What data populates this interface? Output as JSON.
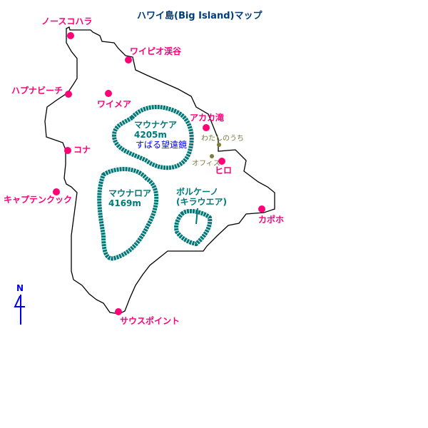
{
  "title": "ハワイ島(Big Island)マップ",
  "colors": {
    "place": "#ff0077",
    "volcano": "#007878",
    "personal": "#7a7a3a",
    "observatory": "#0000ee",
    "compass": "#0000ee",
    "coast": "#000000"
  },
  "places": {
    "north_kohala": "ノースコハラ",
    "waipio": "ワイピオ渓谷",
    "hapuna": "ハプナビーチ",
    "waimea": "ワイメア",
    "akaka": "アカカ滝",
    "kona": "コナ",
    "hilo": "ヒロ",
    "captain_cook": "キャプテンクック",
    "kapoho": "カポホ",
    "south_point": "サウスポイント"
  },
  "volcanoes": {
    "mauna_kea_name": "マウナケア",
    "mauna_kea_height": "4205m",
    "subaru": "すばる望遠鏡",
    "mauna_loa_name": "マウナロア",
    "mauna_loa_height": "4169m",
    "volcano_name": "ボルケーノ",
    "volcano_sub": "(キラウエア)"
  },
  "personal": {
    "home": "わたしのうち",
    "office": "オフィス"
  },
  "compass": "N"
}
